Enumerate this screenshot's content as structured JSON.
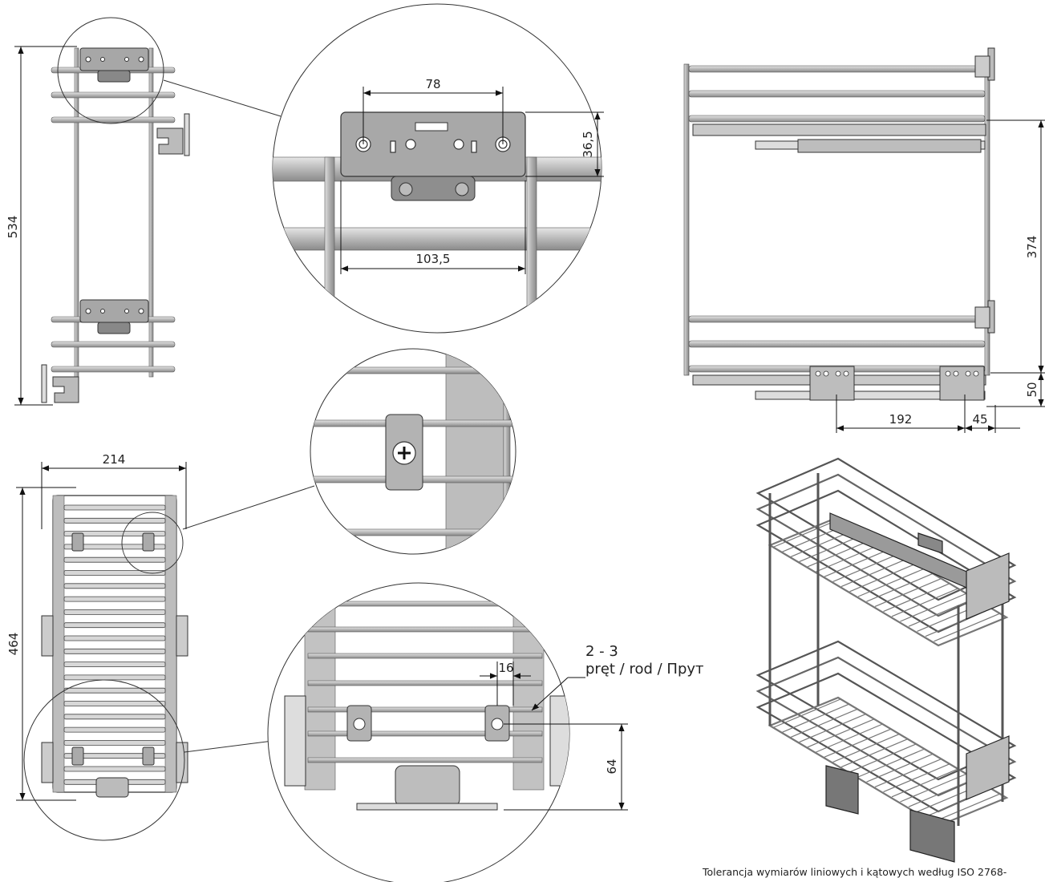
{
  "dimensions": {
    "d534": "534",
    "d78": "78",
    "d36_5": "36,5",
    "d103_5": "103,5",
    "d374": "374",
    "d50": "50",
    "d192": "192",
    "d45": "45",
    "d214": "214",
    "d464": "464",
    "d16": "16",
    "d64": "64"
  },
  "callout": {
    "line1": "2 - 3",
    "line2": "pręt / rod / Прут"
  },
  "tolerance_note": "Tolerancja wymiarów liniowych i kątowych według ISO 2768-",
  "colors": {
    "line": "#2b2b2b",
    "rod": "#bfbfbf",
    "rod_dark": "#8f8f8f",
    "plate": "#a9a9a9",
    "plate_light": "#cfcfcf",
    "background": "#ffffff"
  }
}
